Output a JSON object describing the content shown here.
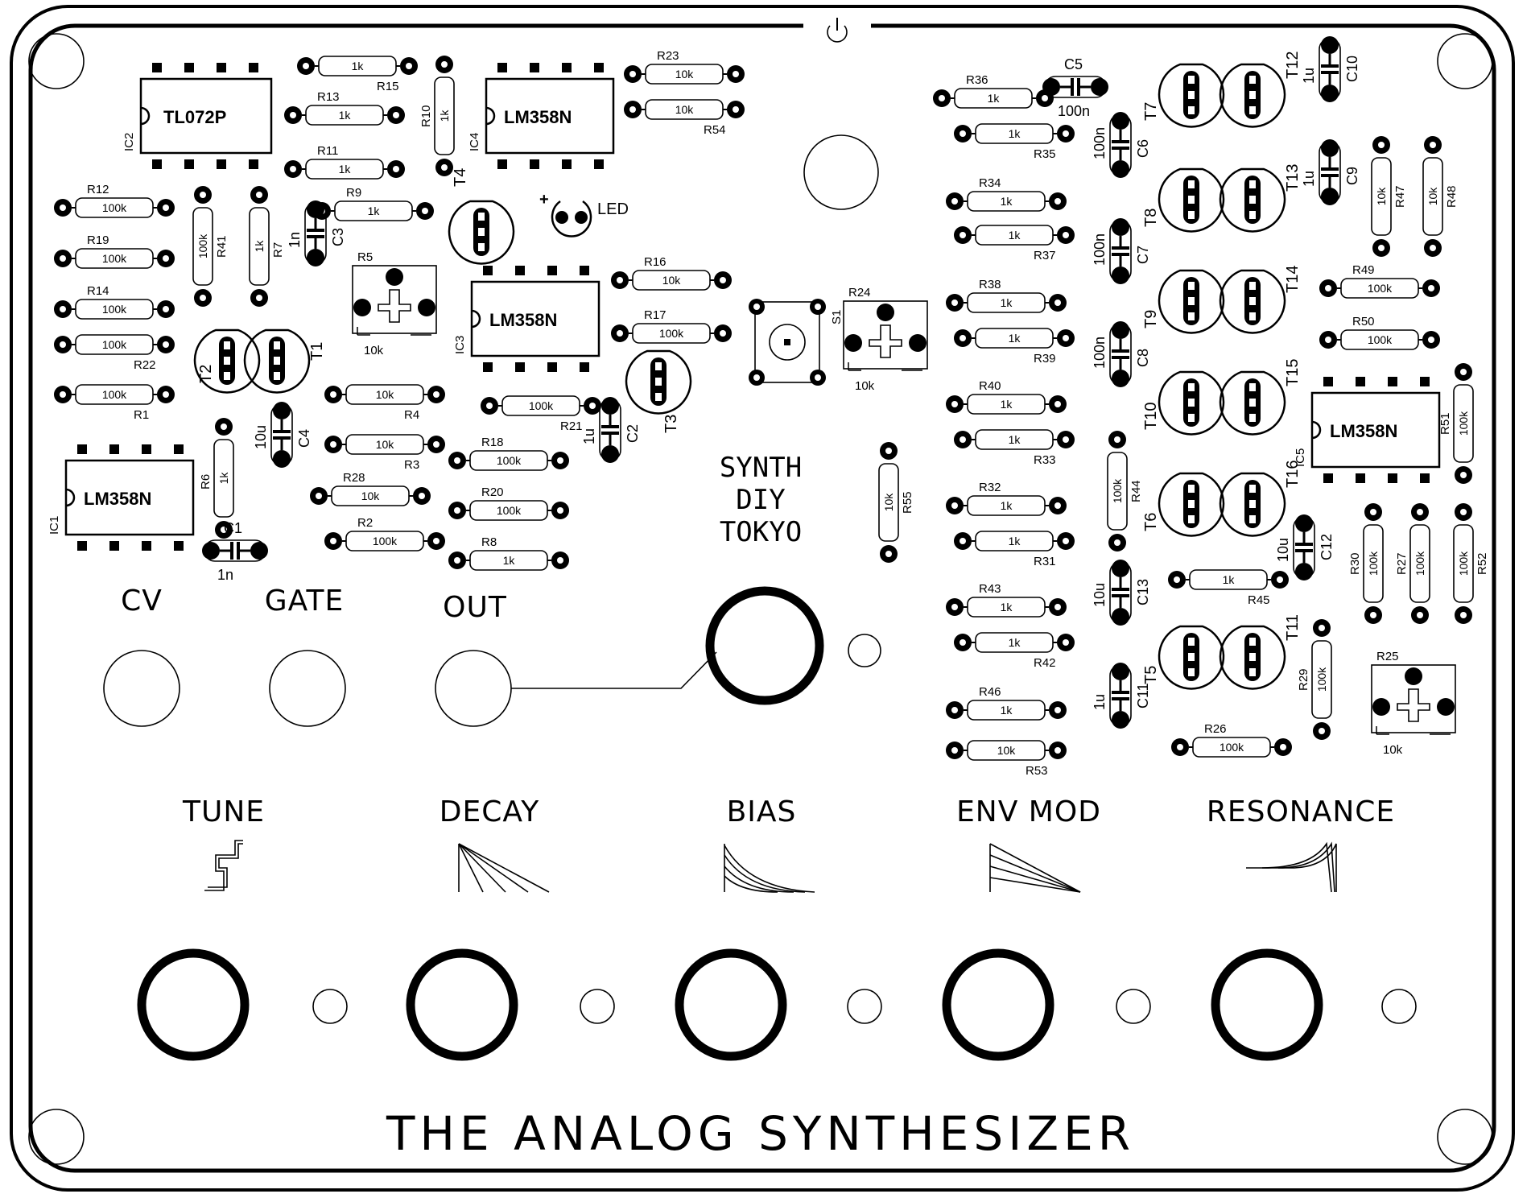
{
  "board": {
    "title": "THE ANALOG SYNTHESIZER",
    "brand_lines": [
      "SYNTH",
      "DIY",
      "TOKYO"
    ],
    "power_icon": "power-icon"
  },
  "jacks": [
    {
      "id": "cv",
      "label": "CV"
    },
    {
      "id": "gate",
      "label": "GATE"
    },
    {
      "id": "out",
      "label": "OUT"
    }
  ],
  "knobs": [
    {
      "id": "tune",
      "label": "TUNE",
      "icon": "stepped-pitch-icon"
    },
    {
      "id": "decay",
      "label": "DECAY",
      "icon": "decay-curves-icon"
    },
    {
      "id": "bias",
      "label": "BIAS",
      "icon": "bias-curves-icon"
    },
    {
      "id": "env-mod",
      "label": "ENV MOD",
      "icon": "env-mod-curves-icon"
    },
    {
      "id": "resonance",
      "label": "RESONANCE",
      "icon": "resonance-curve-icon"
    }
  ],
  "ics": [
    {
      "ref": "IC1",
      "part": "LM358N"
    },
    {
      "ref": "IC2",
      "part": "TL072P"
    },
    {
      "ref": "IC3",
      "part": "LM358N"
    },
    {
      "ref": "IC4",
      "part": "LM358N"
    },
    {
      "ref": "IC5",
      "part": "LM358N"
    }
  ],
  "resistors": [
    {
      "ref": "R12",
      "value": "100k"
    },
    {
      "ref": "R19",
      "value": "100k"
    },
    {
      "ref": "R14",
      "value": "100k"
    },
    {
      "ref": "R22",
      "value": "100k"
    },
    {
      "ref": "R1",
      "value": "100k"
    },
    {
      "ref": "R41",
      "value": "100k"
    },
    {
      "ref": "R7",
      "value": "1k"
    },
    {
      "ref": "R15",
      "value": "1k"
    },
    {
      "ref": "R13",
      "value": "1k"
    },
    {
      "ref": "R11",
      "value": "1k"
    },
    {
      "ref": "R9",
      "value": "1k"
    },
    {
      "ref": "R10",
      "value": "1k"
    },
    {
      "ref": "R23",
      "value": "10k"
    },
    {
      "ref": "R54",
      "value": "10k"
    },
    {
      "ref": "R16",
      "value": "10k"
    },
    {
      "ref": "R17",
      "value": "100k"
    },
    {
      "ref": "R21",
      "value": "100k"
    },
    {
      "ref": "R4",
      "value": "10k"
    },
    {
      "ref": "R3",
      "value": "10k"
    },
    {
      "ref": "R28",
      "value": "10k"
    },
    {
      "ref": "R2",
      "value": "100k"
    },
    {
      "ref": "R18",
      "value": "100k"
    },
    {
      "ref": "R20",
      "value": "100k"
    },
    {
      "ref": "R8",
      "value": "1k"
    },
    {
      "ref": "R6",
      "value": "1k"
    },
    {
      "ref": "R55",
      "value": "10k"
    },
    {
      "ref": "R36",
      "value": "1k"
    },
    {
      "ref": "R35",
      "value": "1k"
    },
    {
      "ref": "R34",
      "value": "1k"
    },
    {
      "ref": "R37",
      "value": "1k"
    },
    {
      "ref": "R38",
      "value": "1k"
    },
    {
      "ref": "R39",
      "value": "1k"
    },
    {
      "ref": "R40",
      "value": "1k"
    },
    {
      "ref": "R33",
      "value": "1k"
    },
    {
      "ref": "R32",
      "value": "1k"
    },
    {
      "ref": "R31",
      "value": "1k"
    },
    {
      "ref": "R43",
      "value": "1k"
    },
    {
      "ref": "R42",
      "value": "1k"
    },
    {
      "ref": "R46",
      "value": "1k"
    },
    {
      "ref": "R53",
      "value": "10k"
    },
    {
      "ref": "R47",
      "value": "10k"
    },
    {
      "ref": "R48",
      "value": "10k"
    },
    {
      "ref": "R49",
      "value": "100k"
    },
    {
      "ref": "R50",
      "value": "100k"
    },
    {
      "ref": "R51",
      "value": "100k"
    },
    {
      "ref": "R44",
      "value": "100k"
    },
    {
      "ref": "R45",
      "value": "1k"
    },
    {
      "ref": "R30",
      "value": "100k"
    },
    {
      "ref": "R27",
      "value": "100k"
    },
    {
      "ref": "R52",
      "value": "100k"
    },
    {
      "ref": "R29",
      "value": "100k"
    },
    {
      "ref": "R26",
      "value": "100k"
    }
  ],
  "capacitors": [
    {
      "ref": "C1",
      "value": "1n"
    },
    {
      "ref": "C2",
      "value": "1u"
    },
    {
      "ref": "C3",
      "value": "1n"
    },
    {
      "ref": "C4",
      "value": "10u"
    },
    {
      "ref": "C5",
      "value": "100n"
    },
    {
      "ref": "C6",
      "value": "100n"
    },
    {
      "ref": "C7",
      "value": "100n"
    },
    {
      "ref": "C8",
      "value": "100n"
    },
    {
      "ref": "C9",
      "value": "1u"
    },
    {
      "ref": "C10",
      "value": "1u"
    },
    {
      "ref": "C11",
      "value": "1u"
    },
    {
      "ref": "C12",
      "value": "10u"
    },
    {
      "ref": "C13",
      "value": "10u"
    }
  ],
  "trimmers": [
    {
      "ref": "R5",
      "value": "10k"
    },
    {
      "ref": "R24",
      "value": "10k"
    },
    {
      "ref": "R25",
      "value": "10k"
    }
  ],
  "transistors": [
    "T1",
    "T2",
    "T3",
    "T4",
    "T5",
    "T6",
    "T7",
    "T8",
    "T9",
    "T10",
    "T11",
    "T12",
    "T13",
    "T14",
    "T15",
    "T16"
  ],
  "misc": {
    "led": "LED",
    "switch": "S1",
    "led_plus": "+"
  }
}
